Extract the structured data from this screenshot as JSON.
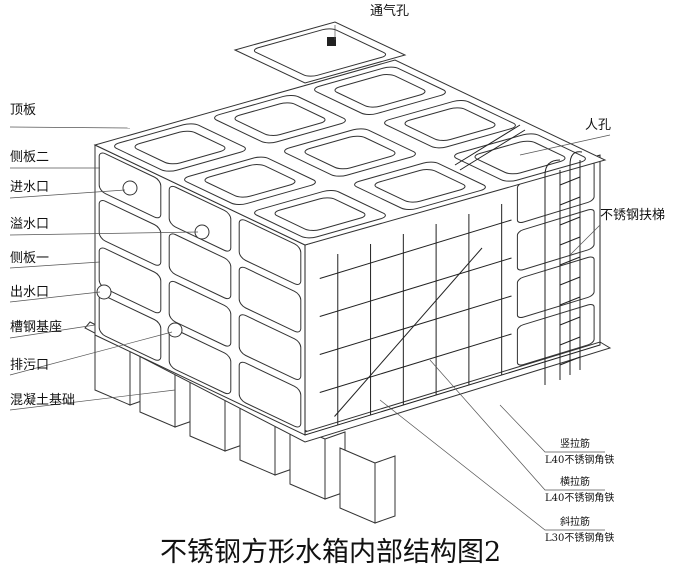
{
  "title": "不锈钢方形水箱内部结构图2",
  "labels": {
    "vent": "通气孔",
    "top_plate": "顶板",
    "side_plate_2": "侧板二",
    "inlet": "进水口",
    "overflow": "溢水口",
    "side_plate_1": "侧板一",
    "outlet": "出水口",
    "channel_base": "槽钢基座",
    "drain": "排污口",
    "concrete_foundation": "混凝土基础",
    "manhole": "人孔",
    "ladder": "不锈钢扶梯",
    "vertical_brace": "竖拉筋",
    "vertical_brace_spec": "L40不锈钢角铁",
    "horizontal_brace": "横拉筋",
    "horizontal_brace_spec": "L40不锈钢角铁",
    "diagonal_brace": "斜拉筋",
    "diagonal_brace_spec": "L30不锈钢角铁"
  }
}
